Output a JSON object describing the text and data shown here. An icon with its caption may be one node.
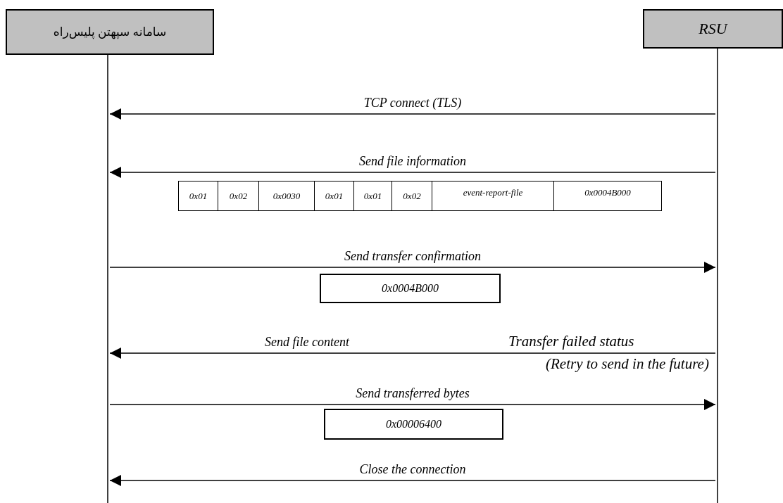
{
  "diagram": {
    "nodes": [
      {
        "text": [
          "سامانه سپهتن پلیس‌راه"
        ]
      },
      {
        "text": [
          "RSU"
        ]
      },
      {
        "text": [],
        "shape": "line"
      },
      {
        "text": [],
        "shape": "line"
      },
      {
        "text": [
          "0x01"
        ]
      },
      {
        "text": [
          "0x02"
        ]
      },
      {
        "text": [
          "0x0030"
        ]
      },
      {
        "text": [
          "0x01"
        ]
      },
      {
        "text": [
          "0x01"
        ]
      },
      {
        "text": [
          "0x02"
        ]
      },
      {
        "text": [
          "event-report-file"
        ]
      },
      {
        "text": [
          "0x0004B000"
        ]
      },
      {
        "text": [
          "0x0004B000"
        ]
      },
      {
        "text": [
          "0x00006400"
        ]
      }
    ],
    "edges": [
      {
        "from": 3,
        "to": 2,
        "arrow": "to",
        "label": "TCP connect (TLS)"
      },
      {
        "from": 3,
        "to": 2,
        "arrow": "to",
        "label": "Send file information"
      },
      {
        "from": 2,
        "to": 3,
        "arrow": "to",
        "label": "Send transfer confirmation"
      },
      {
        "from": 3,
        "to": 2,
        "arrow": "to",
        "label": "Send file content"
      },
      {
        "from": 2,
        "to": 3,
        "arrow": "to",
        "label": "Send transferred bytes"
      },
      {
        "from": 3,
        "to": 2,
        "arrow": "to",
        "label": "Close the connection"
      }
    ],
    "labels": [
      "Transfer failed status",
      "(Retry to send in the future)"
    ]
  }
}
